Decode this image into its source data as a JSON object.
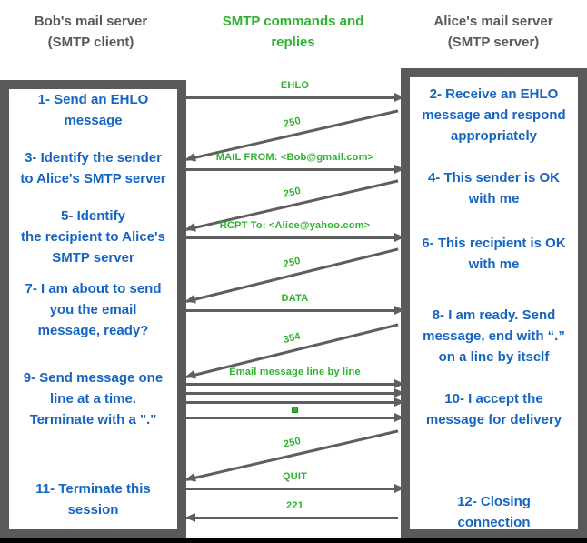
{
  "headers": {
    "left": "Bob's mail server\n(SMTP client)",
    "center": "SMTP commands and\nreplies",
    "right": "Alice's mail server\n(SMTP server)"
  },
  "client_box": {
    "steps": [
      {
        "text": "1- Send an EHLO\nmessage"
      },
      {
        "text": "3- Identify the sender\nto Alice's SMTP server"
      },
      {
        "text": "5- Identify\nthe recipient to Alice's\nSMTP server"
      },
      {
        "text": "7- I am about to send\nyou the email\nmessage, ready?"
      },
      {
        "text": "9- Send message one\nline at a time.\nTerminate with a \".\""
      },
      {
        "text": "11- Terminate this\nsession"
      }
    ]
  },
  "server_box": {
    "steps": [
      {
        "text": "2- Receive an EHLO\nmessage and respond\nappropriately"
      },
      {
        "text": "4- This sender is OK\nwith me"
      },
      {
        "text": "6- This recipient is OK\nwith me"
      },
      {
        "text": "8-  I am ready. Send\nmessage, end with “.”\non a line by itself"
      },
      {
        "text": "10-  I accept the\nmessage for delivery"
      },
      {
        "text": "12-  Closing\nconnection"
      }
    ]
  },
  "messages": [
    {
      "label": "EHLO",
      "dir": "right",
      "style": "horizontal"
    },
    {
      "label": "250",
      "dir": "left",
      "style": "diagonal"
    },
    {
      "label": "MAIL FROM: <Bob@gmail.com>",
      "dir": "right",
      "style": "horizontal"
    },
    {
      "label": "250",
      "dir": "left",
      "style": "diagonal"
    },
    {
      "label": "RCPT To: <Alice@yahoo.com>",
      "dir": "right",
      "style": "horizontal"
    },
    {
      "label": "250",
      "dir": "left",
      "style": "diagonal"
    },
    {
      "label": "DATA",
      "dir": "right",
      "style": "horizontal"
    },
    {
      "label": "354",
      "dir": "left",
      "style": "diagonal"
    },
    {
      "label": "Email message line by line",
      "dir": "right",
      "style": "multi"
    },
    {
      "label": ".",
      "dir": "right",
      "style": "dot"
    },
    {
      "label": "250",
      "dir": "left",
      "style": "diagonal"
    },
    {
      "label": "QUIT",
      "dir": "right",
      "style": "horizontal"
    },
    {
      "label": "221",
      "dir": "left",
      "style": "horizontal"
    }
  ],
  "colors": {
    "accent_green": "#2db32d",
    "step_blue": "#1565c0",
    "header_gray": "#58595b",
    "border_gray": "#5a5a5a",
    "arrow_gray": "#5e5e5e",
    "bottom_bar": "#000000"
  }
}
